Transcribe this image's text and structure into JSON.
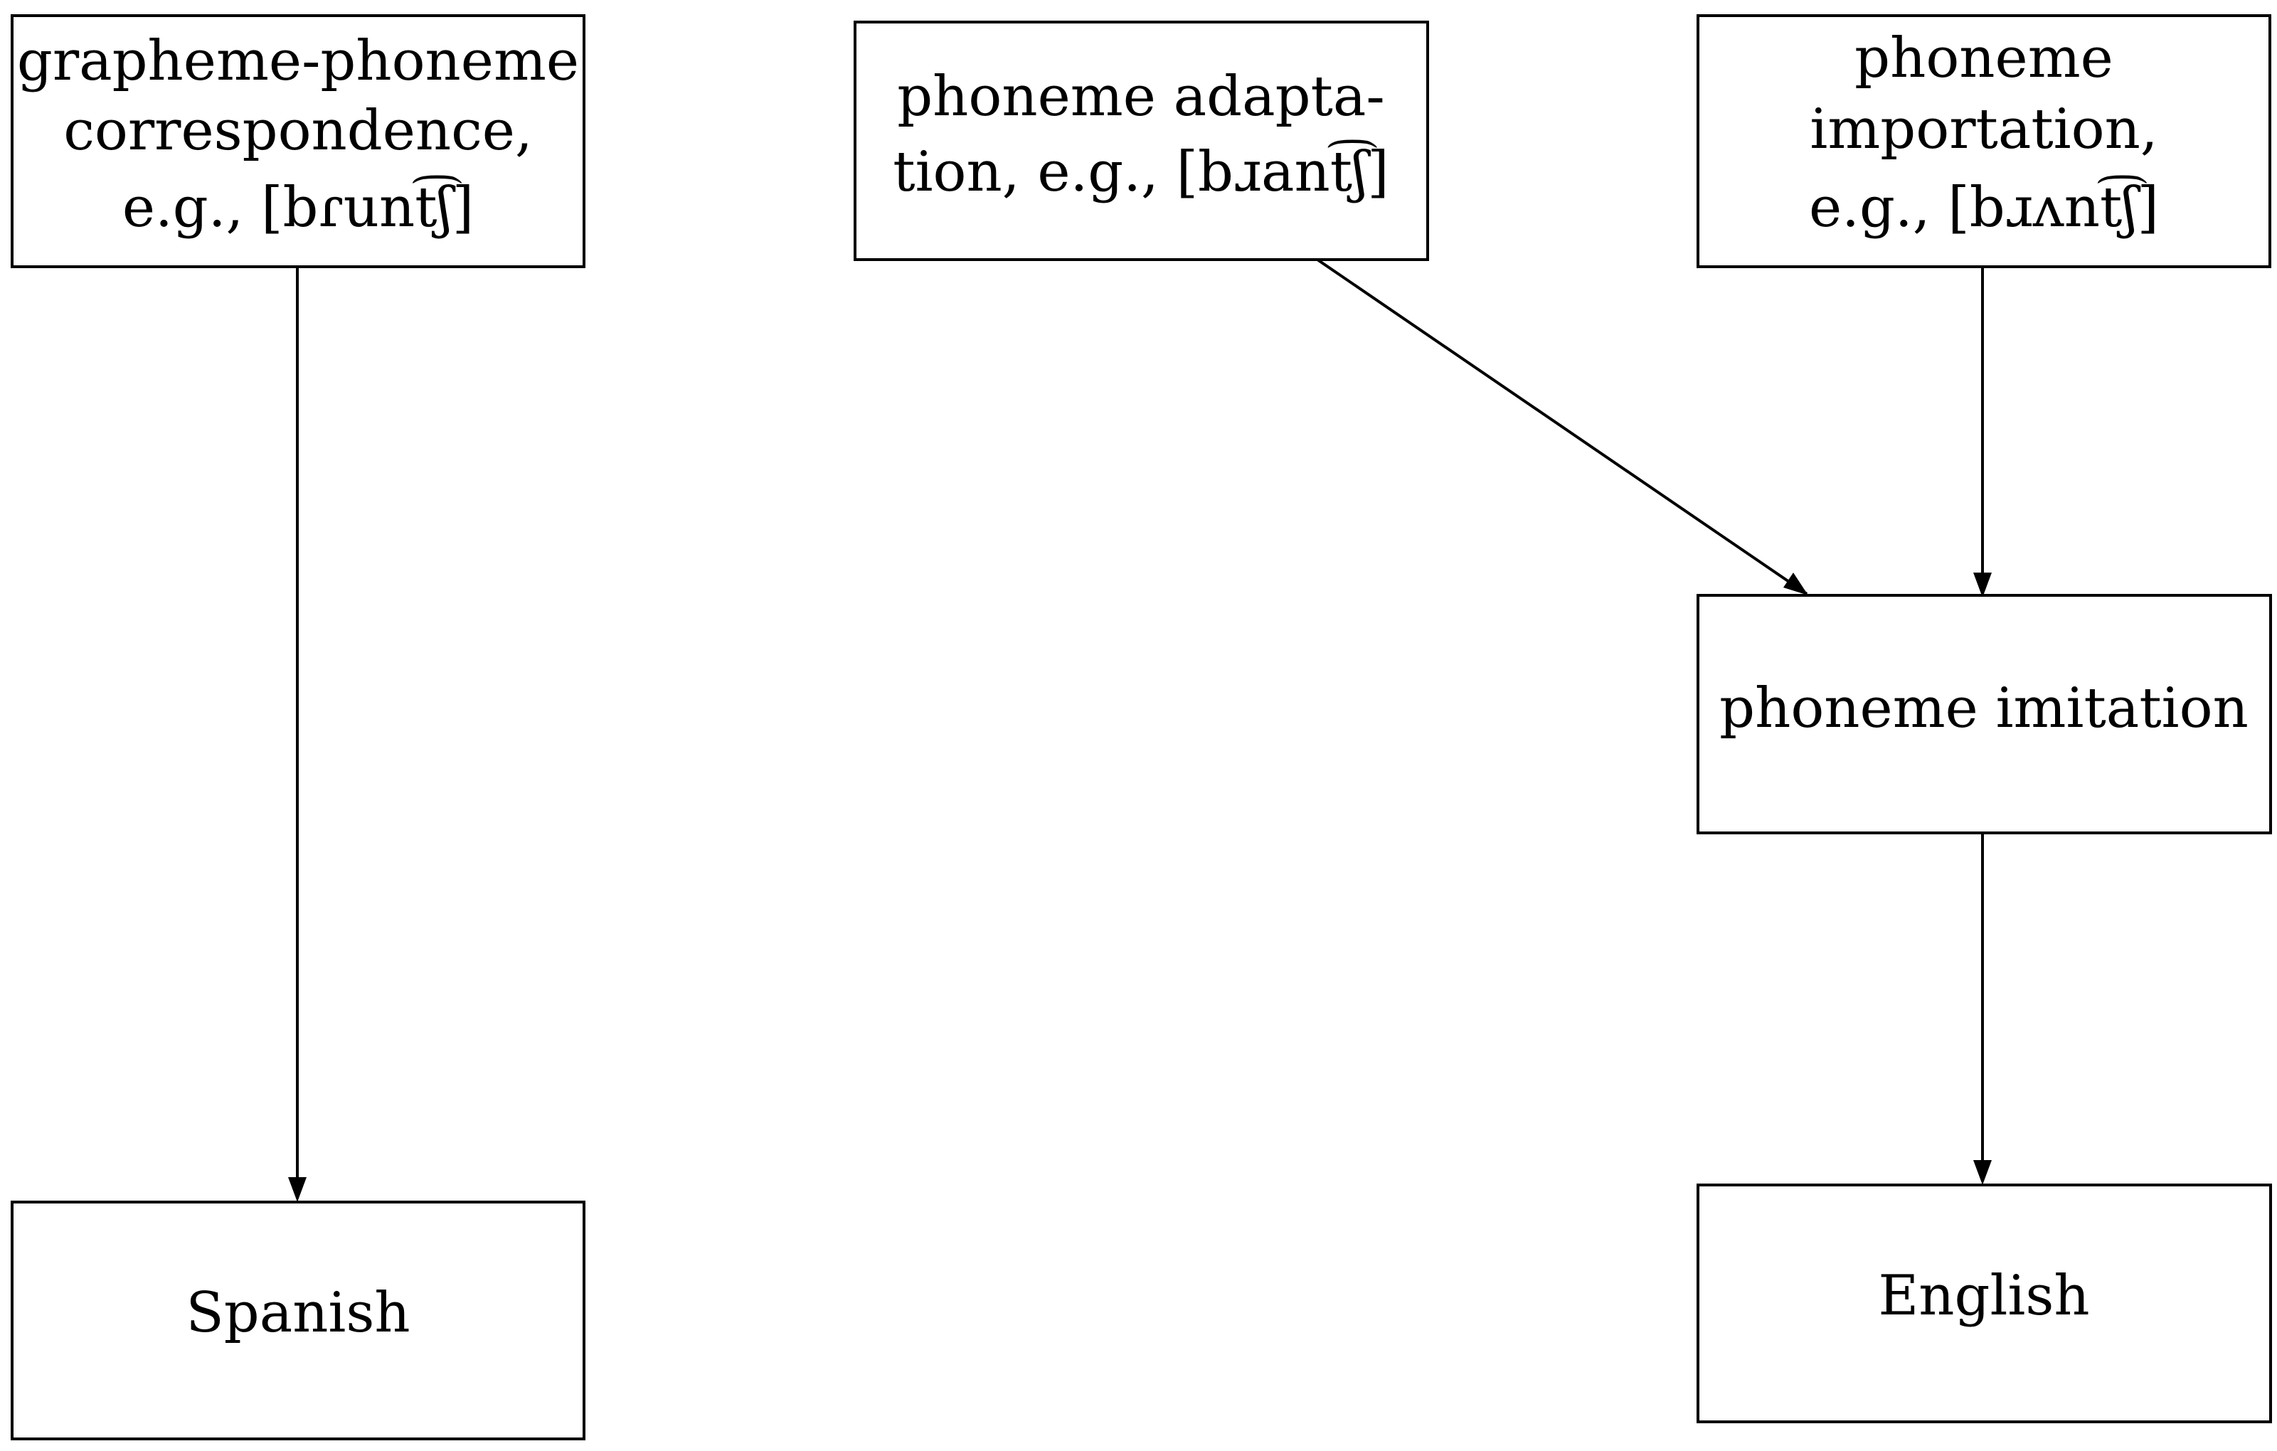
{
  "nodes": {
    "grapheme_phoneme": {
      "lines": [
        "grapheme-phoneme",
        "correspondence,",
        "e.g., [bɾunt͡ʃ]"
      ]
    },
    "phoneme_adaptation": {
      "lines": [
        "phoneme adapta-",
        "tion, e.g., [bɹant͡ʃ]"
      ]
    },
    "phoneme_importation": {
      "lines": [
        "phoneme",
        "importation,",
        "e.g., [bɹʌnt͡ʃ]"
      ]
    },
    "phoneme_imitation": {
      "lines": [
        "phoneme imitation"
      ]
    },
    "spanish": {
      "lines": [
        "Spanish"
      ]
    },
    "english": {
      "lines": [
        "English"
      ]
    }
  },
  "edges": [
    {
      "from": "grapheme_phoneme",
      "to": "spanish"
    },
    {
      "from": "phoneme_adaptation",
      "to": "phoneme_imitation"
    },
    {
      "from": "phoneme_importation",
      "to": "phoneme_imitation"
    },
    {
      "from": "phoneme_imitation",
      "to": "english"
    }
  ]
}
